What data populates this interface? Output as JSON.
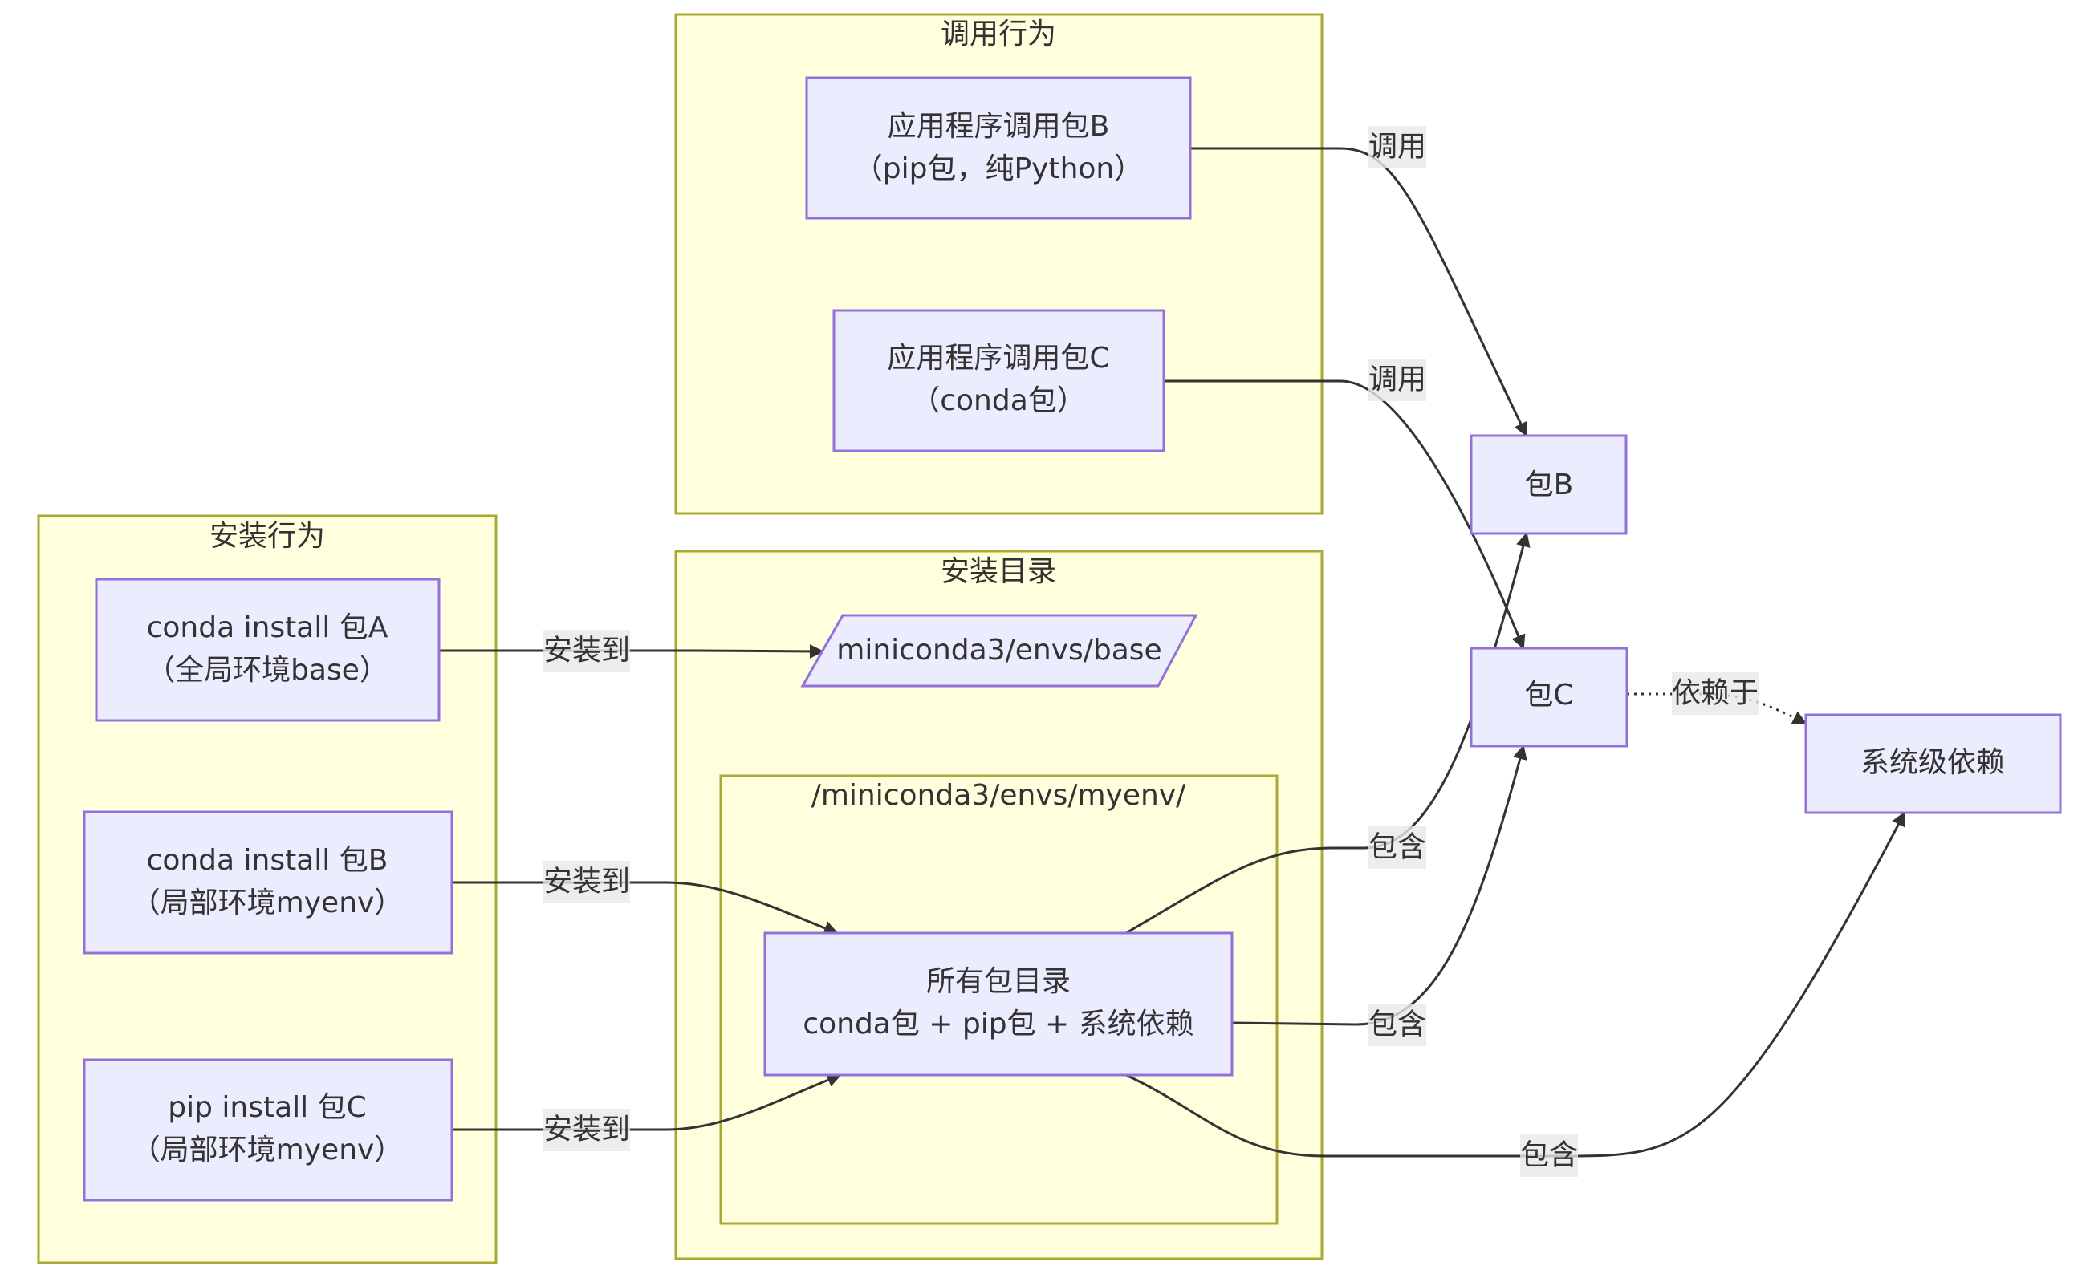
{
  "clusters": {
    "call": {
      "title": "调用行为"
    },
    "install": {
      "title": "安装行为"
    },
    "dir": {
      "title": "安装目录"
    },
    "myenv": {
      "title": "/miniconda3/envs/myenv/"
    }
  },
  "nodes": {
    "appB": {
      "line1": "应用程序调用包B",
      "line2": "（pip包，纯Python）"
    },
    "appC": {
      "line1": "应用程序调用包C",
      "line2": "（conda包）"
    },
    "installA": {
      "line1": "conda install 包A",
      "line2": "（全局环境base）"
    },
    "installB": {
      "line1": "conda install 包B",
      "line2": "（局部环境myenv）"
    },
    "installC": {
      "line1": "pip install 包C",
      "line2": "（局部环境myenv）"
    },
    "base": {
      "label": "miniconda3/envs/base"
    },
    "allpkg": {
      "line1": "所有包目录",
      "line2": "conda包 + pip包 + 系统依赖"
    },
    "pkgB": {
      "label": "包B"
    },
    "pkgC": {
      "label": "包C"
    },
    "sysdep": {
      "label": "系统级依赖"
    }
  },
  "edges": {
    "call_b": "调用",
    "call_c": "调用",
    "install_a": "安装到",
    "install_b": "安装到",
    "install_c": "安装到",
    "contain_b": "包含",
    "contain_c": "包含",
    "contain_sys": "包含",
    "depends": "依赖于"
  },
  "colors": {
    "cluster_fill": "#ffffde",
    "cluster_stroke": "#aaaa33",
    "node_fill": "#ececff",
    "node_stroke": "#9370db",
    "edge": "#333333"
  }
}
